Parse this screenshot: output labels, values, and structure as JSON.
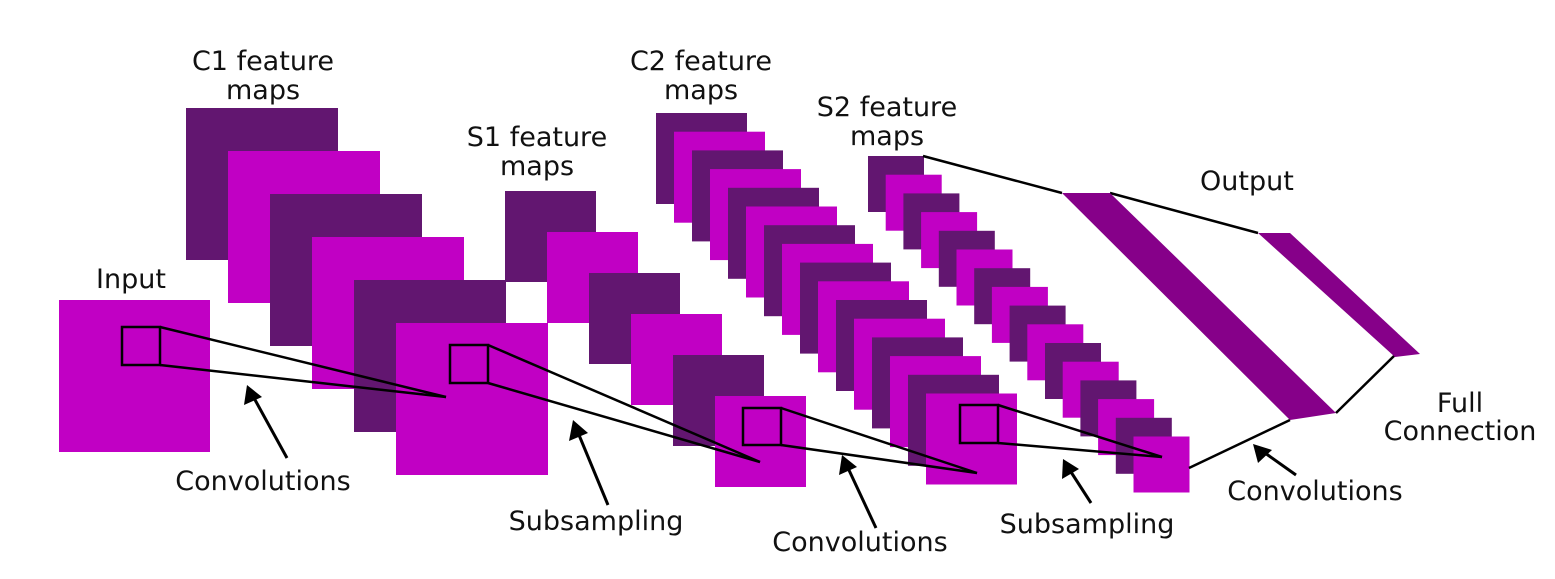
{
  "colors": {
    "light": "#c100c4",
    "dark": "#621670",
    "output": "#860089",
    "line": "#000000"
  },
  "labels": {
    "c1_line1": "C1 feature",
    "c1_line2": "maps",
    "s1_line1": "S1 feature",
    "s1_line2": "maps",
    "c2_line1": "C2 feature",
    "c2_line2": "maps",
    "s2_line1": "S2 feature",
    "s2_line2": "maps",
    "input": "Input",
    "output": "Output",
    "full_line1": "Full",
    "full_line2": "Connection",
    "convolutions_1": "Convolutions",
    "subsampling_1": "Subsampling",
    "convolutions_2": "Convolutions",
    "subsampling_2": "Subsampling",
    "convolutions_3": "Convolutions"
  },
  "layers": [
    {
      "name": "input",
      "maps": 1
    },
    {
      "name": "c1",
      "maps": 6
    },
    {
      "name": "s1",
      "maps": 6
    },
    {
      "name": "c2",
      "maps": 16
    },
    {
      "name": "s2",
      "maps": 16
    },
    {
      "name": "output",
      "maps": 1
    }
  ]
}
